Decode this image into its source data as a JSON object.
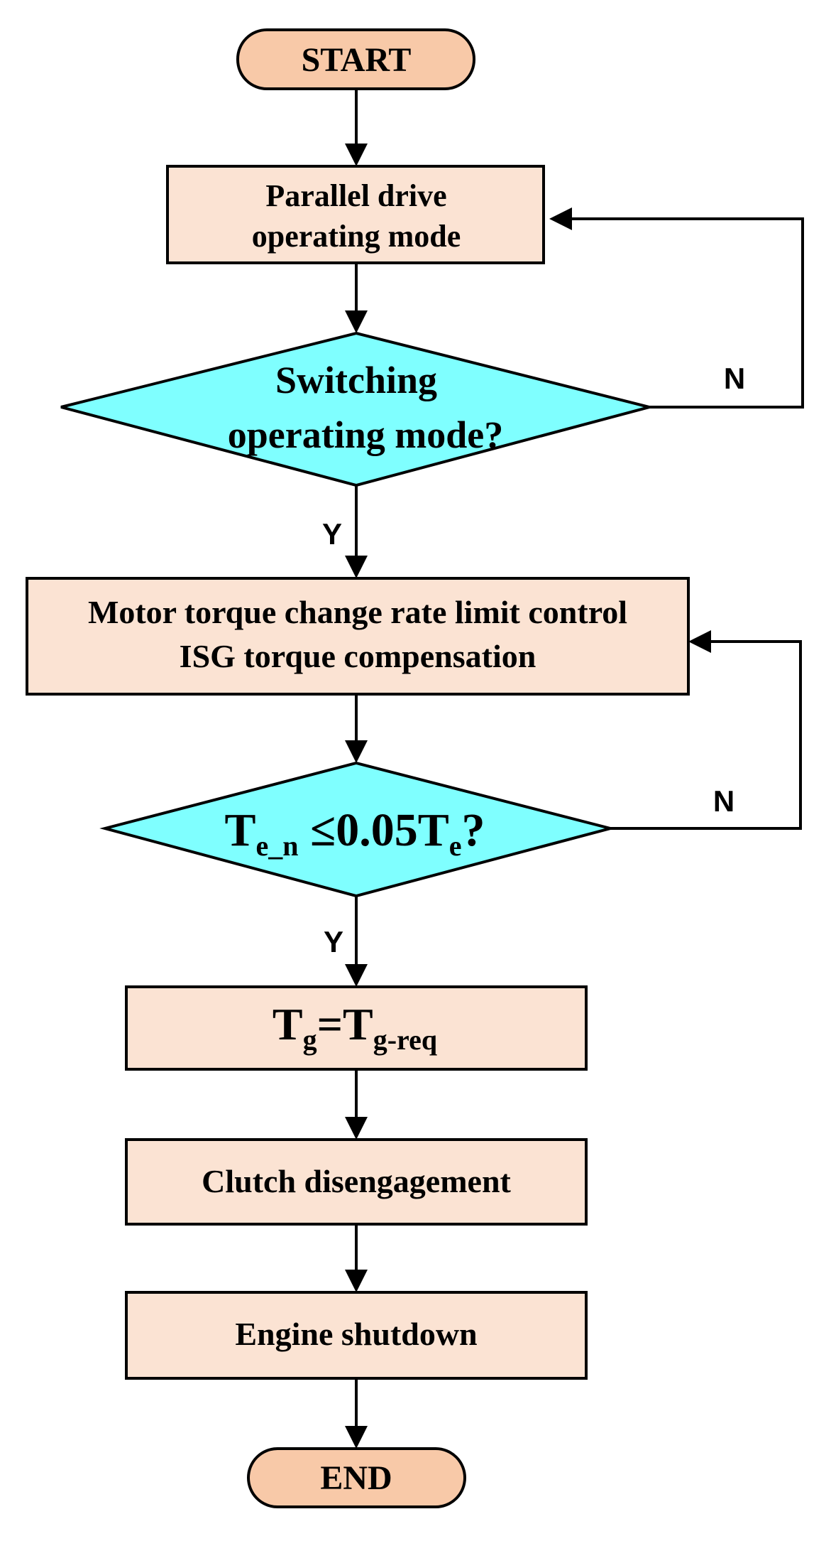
{
  "flowchart": {
    "colors": {
      "terminal_fill": "#F8C9A8",
      "process_fill": "#FBE3D3",
      "decision_fill": "#7FFFFF",
      "stroke": "#000000"
    },
    "nodes": {
      "start": {
        "label": "START"
      },
      "parallel_drive": {
        "line1": "Parallel drive",
        "line2": "operating mode"
      },
      "switching": {
        "line1": "Switching",
        "line2": "operating mode?"
      },
      "torque_control": {
        "line1": "Motor torque change rate limit control",
        "line2": "ISG torque compensation"
      },
      "te_check": {
        "t1": "T",
        "s1": "e_n",
        "t2": " ≤0.05T",
        "s2": "e",
        "t3": "?"
      },
      "tg_eq": {
        "t1": "T",
        "s1": "g",
        "t2": "=T",
        "s2": "g-req"
      },
      "clutch": {
        "label": "Clutch disengagement"
      },
      "engine": {
        "label": "Engine shutdown"
      },
      "end": {
        "label": "END"
      }
    },
    "edge_labels": {
      "switching_no": "N",
      "switching_yes": "Y",
      "te_no": "N",
      "te_yes": "Y"
    }
  }
}
